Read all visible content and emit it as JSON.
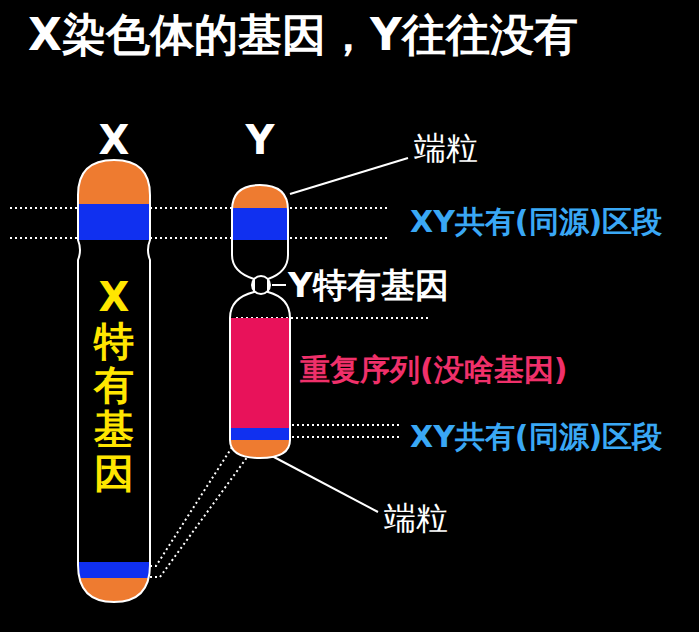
{
  "diagram": {
    "title": "X染色体的基因，Y往往没有",
    "nodes": [
      {
        "text": [
          "X",
          "X特有基因"
        ]
      },
      {
        "text": [
          "Y"
        ]
      }
    ],
    "labels": [
      "端粒",
      "XY共有(同源)区段",
      "Y特有基因",
      "重复序列(没啥基因)",
      "XY共有(同源)区段",
      "端粒"
    ]
  }
}
